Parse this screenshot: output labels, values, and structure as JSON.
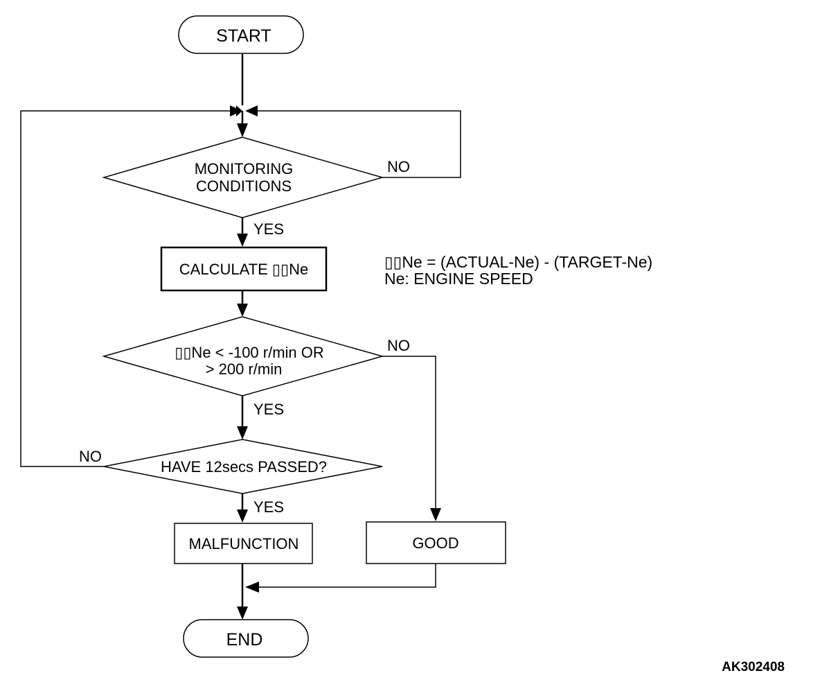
{
  "nodes": {
    "start": "START",
    "monitoring": [
      "MONITORING",
      "CONDITIONS"
    ],
    "calculate": "CALCULATE  ▯▯Ne",
    "condition": [
      "▯▯Ne < -100 r/min OR",
      "> 200 r/min"
    ],
    "passed": "HAVE 12secs PASSED?",
    "malfunction": "MALFUNCTION",
    "good": "GOOD",
    "end": "END"
  },
  "branch_labels": {
    "monitoring_no": "NO",
    "monitoring_yes": "YES",
    "condition_no": "NO",
    "condition_yes": "YES",
    "passed_no": "NO",
    "passed_yes": "YES"
  },
  "notes": {
    "formula": "▯▯Ne = (ACTUAL-Ne) - (TARGET-Ne)",
    "definition": "Ne: ENGINE SPEED"
  },
  "figure_code": "AK302408"
}
